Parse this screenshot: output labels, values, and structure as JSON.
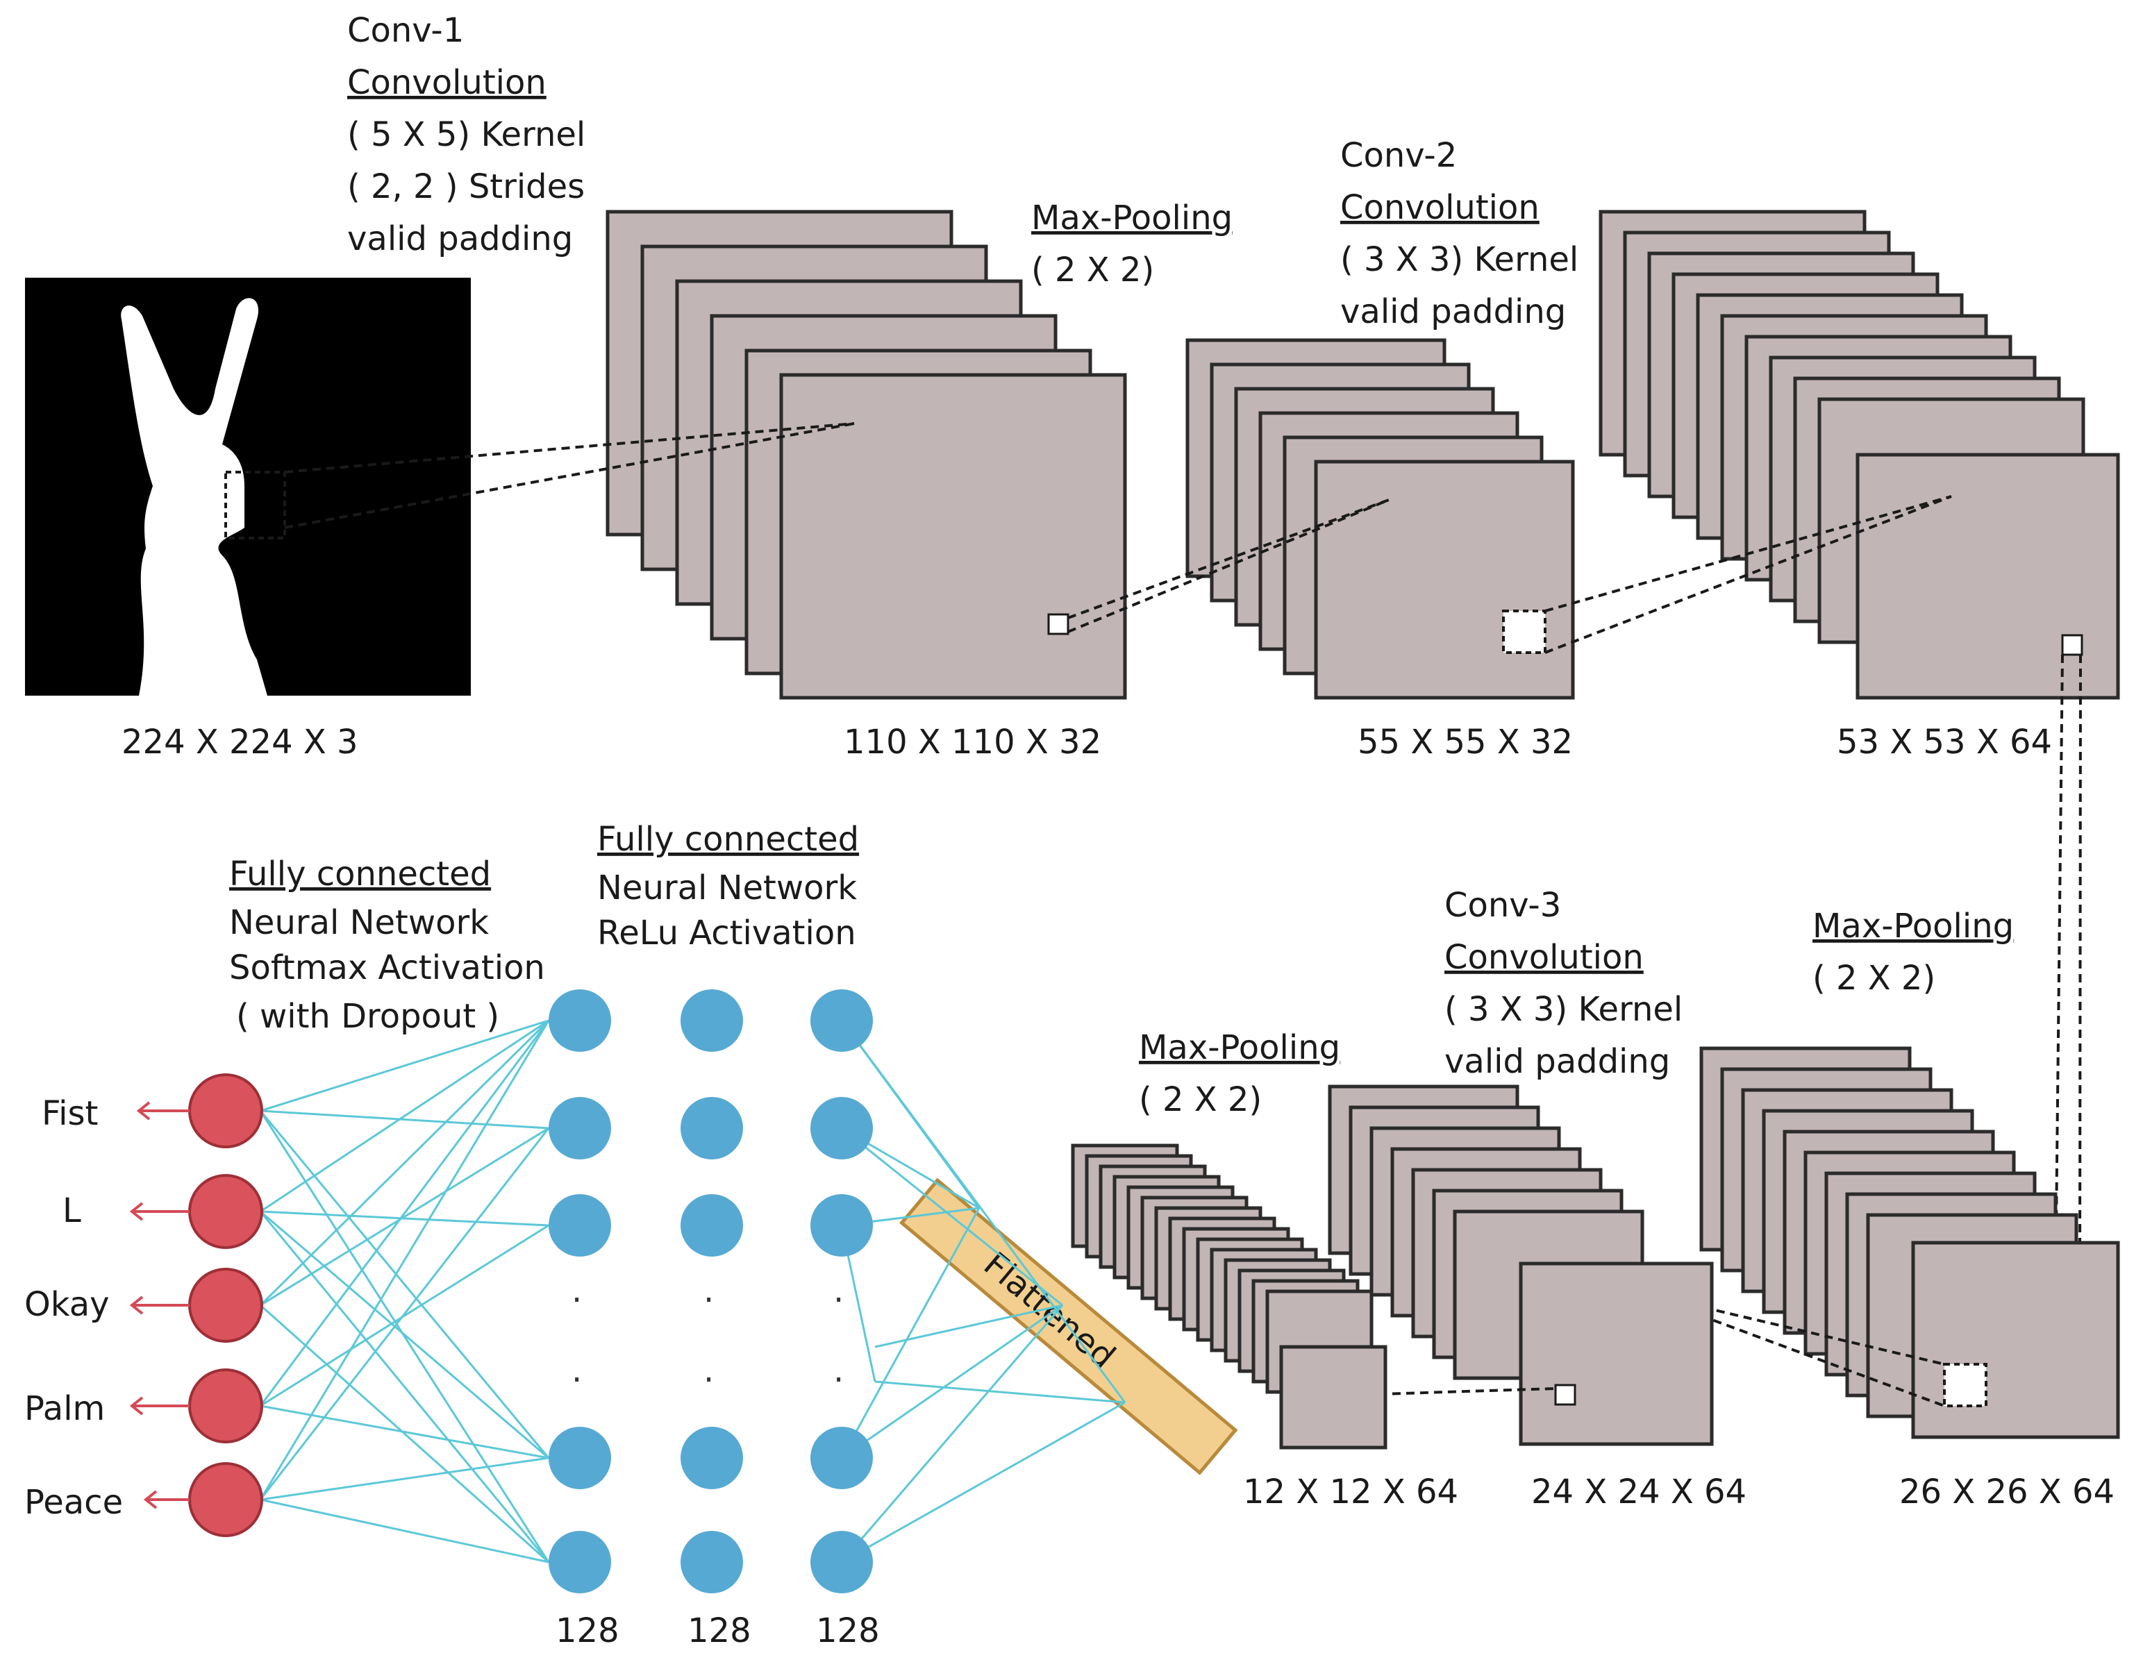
{
  "input": {
    "dims": "224 X 224 X 3"
  },
  "conv1": {
    "title": "Conv-1",
    "op": "Convolution",
    "kernel": "( 5 X 5) Kernel",
    "strides": "( 2, 2 ) Strides",
    "padding": "valid padding",
    "dims": "110 X 110 X 32"
  },
  "pool1": {
    "op": "Max-Pooling",
    "size": "( 2 X 2)",
    "dims": "55 X 55 X 32"
  },
  "conv2": {
    "title": "Conv-2",
    "op": "Convolution",
    "kernel": "( 3 X 3) Kernel",
    "padding": "valid padding",
    "dims": "53 X 53 X 64"
  },
  "pool2": {
    "op": "Max-Pooling",
    "size": "( 2 X 2)",
    "dims": "26 X 26 X 64"
  },
  "conv3": {
    "title": "Conv-3",
    "op": "Convolution",
    "kernel": "( 3 X 3) Kernel",
    "padding": "valid padding",
    "dims": "24 X 24 X 64"
  },
  "pool3": {
    "op": "Max-Pooling",
    "size": "( 2 X 2)",
    "dims": "12 X 12 X 64"
  },
  "flatten": {
    "label": "Flattened"
  },
  "fc_relu": {
    "title": "Fully connected",
    "line2": "Neural Network",
    "line3": "ReLu Activation",
    "sizes": [
      "128",
      "128",
      "128"
    ]
  },
  "fc_softmax": {
    "title": "Fully connected",
    "line2": "Neural Network",
    "line3": "Softmax Activation",
    "line4": "( with Dropout )"
  },
  "classes": [
    "Fist",
    "L",
    "Okay",
    "Palm",
    "Peace"
  ],
  "colors": {
    "feature_map": "#c2b5b5",
    "relu_node": "#56a9d3",
    "softmax_node": "#d9525c",
    "flatten_bar": "#f2cf8e",
    "connections": "#5cc8d8"
  }
}
